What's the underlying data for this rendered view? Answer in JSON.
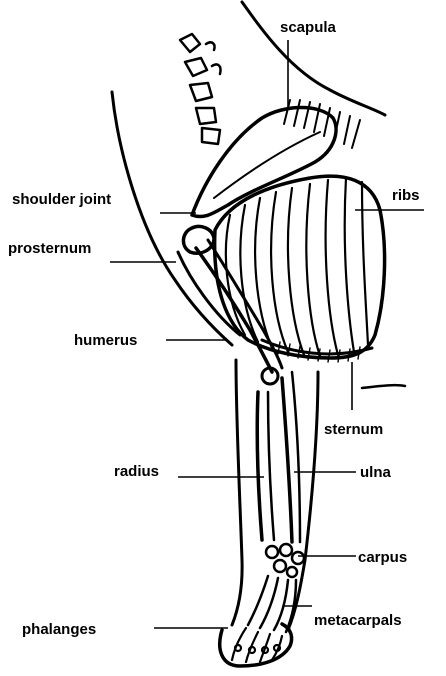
{
  "figure": {
    "labels": {
      "scapula": "scapula",
      "ribs": "ribs",
      "shoulder_joint": "shoulder joint",
      "prosternum": "prosternum",
      "humerus": "humerus",
      "sternum": "sternum",
      "radius": "radius",
      "ulna": "ulna",
      "carpus": "carpus",
      "metacarpals": "metacarpals",
      "phalanges": "phalanges"
    }
  }
}
